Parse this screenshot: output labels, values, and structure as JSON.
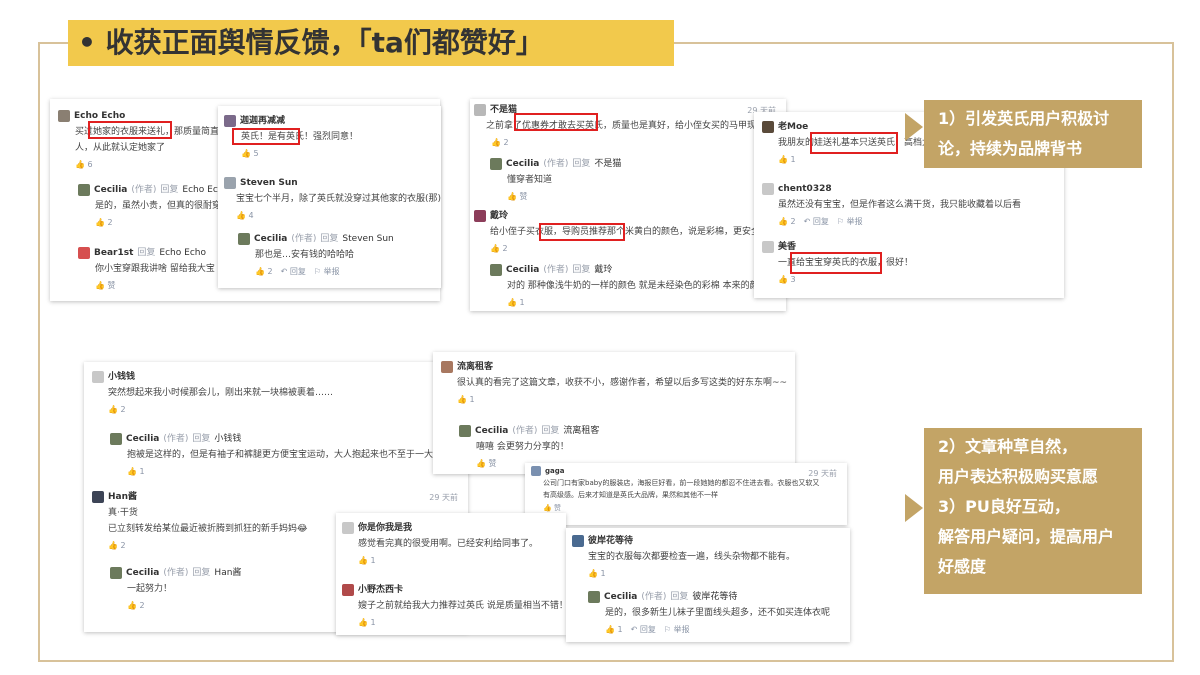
{
  "title": "• 收获正面舆情反馈，「ta们都赞好」",
  "colors": {
    "accent": "#c3a466",
    "title_bg": "#f2c94c",
    "highlight": "#e02020"
  },
  "callouts": {
    "c1": [
      "1）引发英氏用户积极讨",
      "论，持续为品牌背书"
    ],
    "c2": [
      "2）文章种草自然，",
      "用户表达积极购买意愿",
      "3）PU良好互动，",
      "解答用户疑问，提高用户",
      "好感度"
    ]
  },
  "ui": {
    "reply": "回复",
    "author": "(作者)",
    "act": "↶ 回复　⚐ 举报",
    "thumb": "👍"
  },
  "c1": {
    "e1": {
      "name": "Echo Echo",
      "text1": "买过她家的衣服来送礼，那质量简直",
      "text2": "人，从此就认定她家了",
      "likes": "6"
    },
    "e2": {
      "name": "Cecilia",
      "target": "Echo Echo",
      "text": "是的，虽然小贵，但真的很耐穿",
      "likes": "2"
    },
    "e3": {
      "name": "Bear1st",
      "target": "Echo Echo",
      "text": "你小宝穿跟我讲啥 留给我大宝",
      "likes": "赞"
    }
  },
  "c2": {
    "e1": {
      "name": "迦迦再减减",
      "text": "英氏！是有英氏！强烈同意！",
      "likes": "5"
    },
    "e2": {
      "name": "Steven Sun",
      "text": "宝宝七个半月，除了英氏就没穿过其他家的衣服(那)",
      "likes": "4"
    },
    "e3": {
      "name": "Cecilia",
      "target": "Steven Sun",
      "text": "那也是…安有钱的哈哈哈",
      "likes": "2"
    }
  },
  "c3": {
    "time": "29 天前",
    "e1": {
      "name": "不是猫",
      "text1": "之前拿了优惠券才敢去买英氏，质量也是真好，给小侄女买的马甲现在都领新",
      "likes": "2"
    },
    "e2": {
      "name": "Cecilia",
      "target": "不是猫",
      "text": "懂穿者知道",
      "likes": "赞"
    },
    "e3": {
      "name": "戴玲",
      "text": "给小侄子买衣服，导购员推荐那个米黄白的颜色，说是彩棉，更安全健康。",
      "likes": "2"
    },
    "e4": {
      "name": "Cecilia",
      "target": "戴玲",
      "text": "对的 那种像浅牛奶的一样的颜色 就是未经染色的彩棉 本来的颜色",
      "likes": "1"
    }
  },
  "c4": {
    "e1": {
      "name": "老Moe",
      "text": "我朋友的娃送礼基本只送英氏，高档大气",
      "likes": "1"
    },
    "e2": {
      "name": "chent0328",
      "text": "虽然还没有宝宝，但是作者这么满干货，我只能收藏着以后看",
      "likes": "2"
    },
    "e3": {
      "name": "美香",
      "text": "一直给宝宝穿英氏的衣服，很好！",
      "likes": "3"
    }
  },
  "c5": {
    "e1": {
      "name": "小钱钱",
      "text": "突然想起来我小时候那会儿，刚出来就一块棉被裹着……",
      "likes": "2"
    },
    "e2": {
      "name": "Cecilia",
      "target": "小钱钱",
      "text": "抱被是这样的，但是有袖子和裤腿更方便宝宝运动，大人抱起来也不至于一大坨",
      "likes": "1"
    },
    "e3": {
      "name": "Han酱",
      "time": "29 天前",
      "text1": "真·干货",
      "text2": "已立刻转发给某位最近被折腾到抓狂的新手妈妈😂",
      "likes": "2"
    },
    "e4": {
      "name": "Cecilia",
      "target": "Han酱",
      "text": "一起努力！",
      "likes": "2"
    }
  },
  "c6": {
    "e1": {
      "name": "流离租客",
      "text": "很认真的看完了这篇文章，收获不小，感谢作者，希望以后多写这类的好东东啊~~",
      "likes": "1"
    },
    "e2": {
      "name": "Cecilia",
      "target": "流离租客",
      "text": "嘻嘻 会更努力分享的！",
      "likes": "赞"
    }
  },
  "c7": {
    "time": "29 天前",
    "e1": {
      "name": "gaga",
      "text1": "公司门口有家baby的服装店，海报巨好看，前一段她她的都忍不住进去看。衣服也又软又",
      "text2": "有高级感。后来才知道是英氏大品牌，果然和其他不一样",
      "likes": "赞"
    }
  },
  "c8": {
    "e1": {
      "name": "你是你我是我",
      "text": "感觉看完真的很受用啊。已经安利给同事了。",
      "likes": "1"
    },
    "e2": {
      "name": "小野杰西卡",
      "text": "嫂子之前就给我大力推荐过英氏 说是质量相当不错！",
      "likes": "1"
    }
  },
  "c9": {
    "e1": {
      "name": "彼岸花等待",
      "text": "宝宝的衣服每次都要检查一遍，线头杂物都不能有。",
      "likes": "1"
    },
    "e2": {
      "name": "Cecilia",
      "target": "彼岸花等待",
      "text": "是的，很多新生儿袜子里面线头超多，还不如买连体衣呢",
      "likes": "1"
    }
  }
}
